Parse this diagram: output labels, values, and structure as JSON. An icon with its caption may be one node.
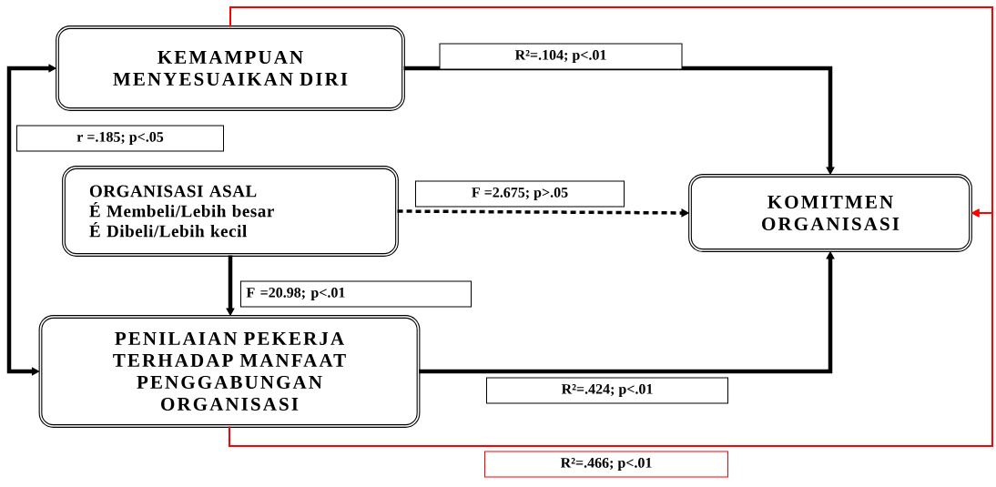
{
  "diagram": {
    "nodes": [
      {
        "text": [
          "KEMAMPUAN MENYESUAIKAN DIRI"
        ]
      },
      {
        "text": [
          "ORGANISASI ASAL",
          "É Membeli/Lebih besar",
          "É Dibeli/Lebih kecil"
        ]
      },
      {
        "text": [
          "KOMITMEN ORGANISASI"
        ]
      },
      {
        "text": [
          "PENILAIAN PEKERJA TERHADAP MANFAAT PENGGABUNGAN ORGANISASI"
        ]
      }
    ],
    "edges": [
      {
        "from": 0,
        "to": 2,
        "arrow": "to",
        "label": "R²=.104; p<.01"
      },
      {
        "from": 1,
        "to": 2,
        "arrow": "to",
        "style": "dashed",
        "label": "F =2.675; p>.05"
      },
      {
        "from": 1,
        "to": 3,
        "arrow": "to",
        "label": "F =20.98; p<.01"
      },
      {
        "from": 3,
        "to": 2,
        "arrow": "to",
        "label": "R²=.424; p<.01"
      },
      {
        "from": 0,
        "to": 3,
        "arrow": "both",
        "label": "r =.185; p<.05"
      },
      {
        "from": 0,
        "to": 2,
        "arrow": "to",
        "color": "#ff0000"
      },
      {
        "from": 3,
        "to": 2,
        "arrow": "to",
        "color": "#ff0000",
        "label": "R²=.466; p<.01"
      }
    ]
  }
}
